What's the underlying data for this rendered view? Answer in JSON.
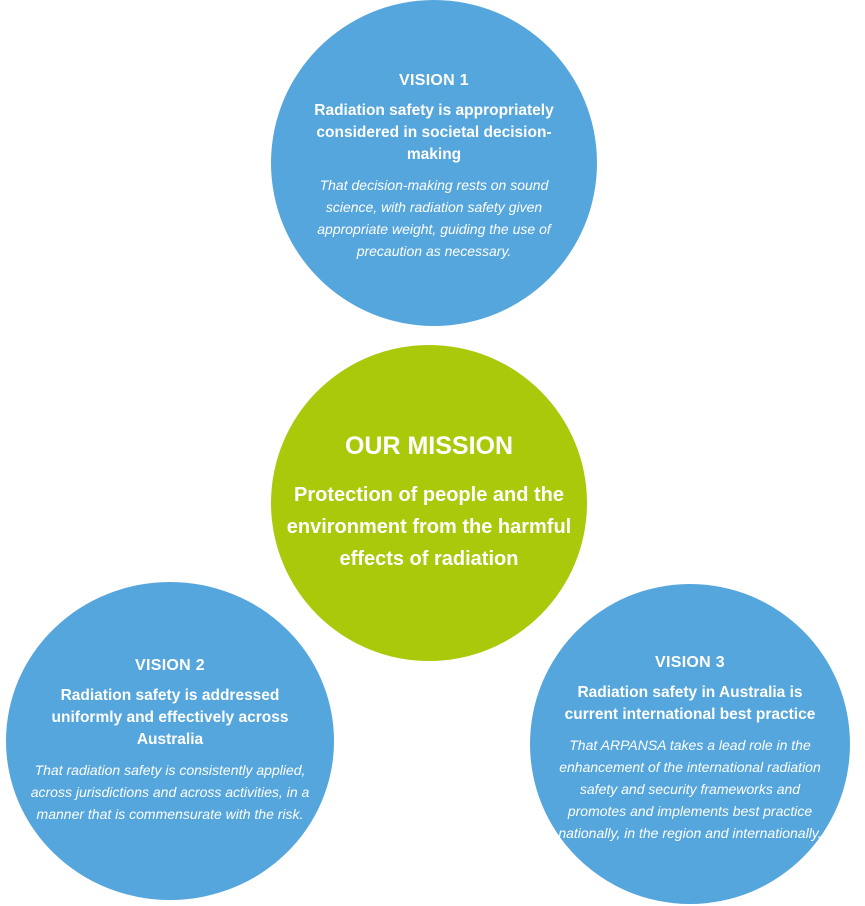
{
  "vision1": {
    "title": "VISION 1",
    "heading": "Radiation safety is appropriately considered in societal decision-making",
    "description": "That decision-making rests on sound science, with radiation safety given appropriate weight, guiding the use of precaution as necessary."
  },
  "mission": {
    "title": "OUR MISSION",
    "text": "Protection of people and the environment from the harmful effects of radiation"
  },
  "vision2": {
    "title": "VISION 2",
    "heading": "Radiation safety is addressed uniformly and effectively across Australia",
    "description": "That radiation safety is consistently applied, across jurisdictions and across activities, in a manner that is commensurate with the risk."
  },
  "vision3": {
    "title": "VISION 3",
    "heading": "Radiation safety in Australia is current international best practice",
    "description": "That ARPANSA takes a lead role in the enhancement of the international radiation safety and security frameworks and promotes and implements best practice nationally, in the region and internationally."
  },
  "colors": {
    "vision": "#55a6dc",
    "mission": "#a9c90a",
    "text": "#ffffff"
  }
}
